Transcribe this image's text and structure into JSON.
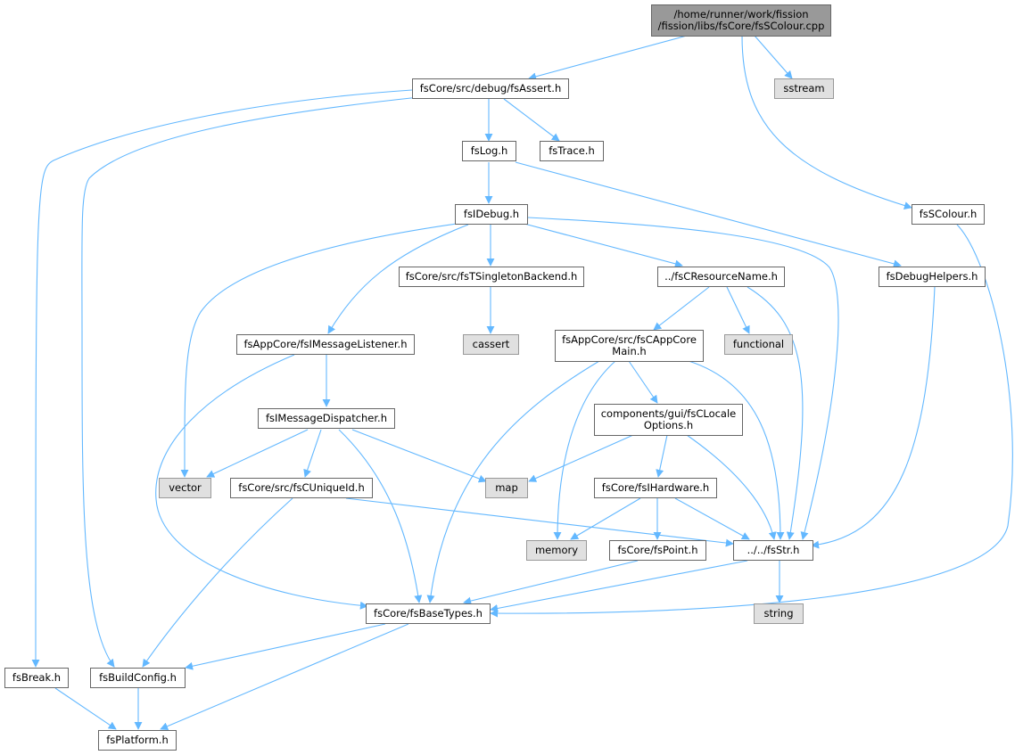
{
  "colors": {
    "edge": "#63b8ff",
    "node_border": "#666666",
    "system_node_fill": "#e0e0e0",
    "root_node_fill": "#999999"
  },
  "nodes": {
    "root": {
      "line1": "/home/runner/work/fission",
      "line2": "/fission/libs/fsCore/fsSColour.cpp"
    },
    "fsAssert": {
      "label": "fsCore/src/debug/fsAssert.h"
    },
    "sstream": {
      "label": "sstream"
    },
    "fsLog": {
      "label": "fsLog.h"
    },
    "fsTrace": {
      "label": "fsTrace.h"
    },
    "fsIDebug": {
      "label": "fsIDebug.h"
    },
    "fsSColour": {
      "label": "fsSColour.h"
    },
    "fsTSingletonBackend": {
      "label": "fsCore/src/fsTSingletonBackend.h"
    },
    "fsCResourceName": {
      "label": "../fsCResourceName.h"
    },
    "fsDebugHelpers": {
      "label": "fsDebugHelpers.h"
    },
    "fsIMessageListener": {
      "label": "fsAppCore/fsIMessageListener.h"
    },
    "cassert": {
      "label": "cassert"
    },
    "fsCAppCoreMain": {
      "line1": "fsAppCore/src/fsCAppCore",
      "line2": "Main.h"
    },
    "functional": {
      "label": "functional"
    },
    "fsIMessageDispatcher": {
      "label": "fsIMessageDispatcher.h"
    },
    "fsCLocaleOptions": {
      "line1": "components/gui/fsCLocale",
      "line2": "Options.h"
    },
    "vector": {
      "label": "vector"
    },
    "fsCUniqueId": {
      "label": "fsCore/src/fsCUniqueId.h"
    },
    "map": {
      "label": "map"
    },
    "fsIHardware": {
      "label": "fsCore/fsIHardware.h"
    },
    "memory": {
      "label": "memory"
    },
    "fsPoint": {
      "label": "fsCore/fsPoint.h"
    },
    "fsStr": {
      "label": "../../fsStr.h"
    },
    "fsBaseTypes": {
      "label": "fsCore/fsBaseTypes.h"
    },
    "string": {
      "label": "string"
    },
    "fsBreak": {
      "label": "fsBreak.h"
    },
    "fsBuildConfig": {
      "label": "fsBuildConfig.h"
    },
    "fsPlatform": {
      "label": "fsPlatform.h"
    }
  }
}
